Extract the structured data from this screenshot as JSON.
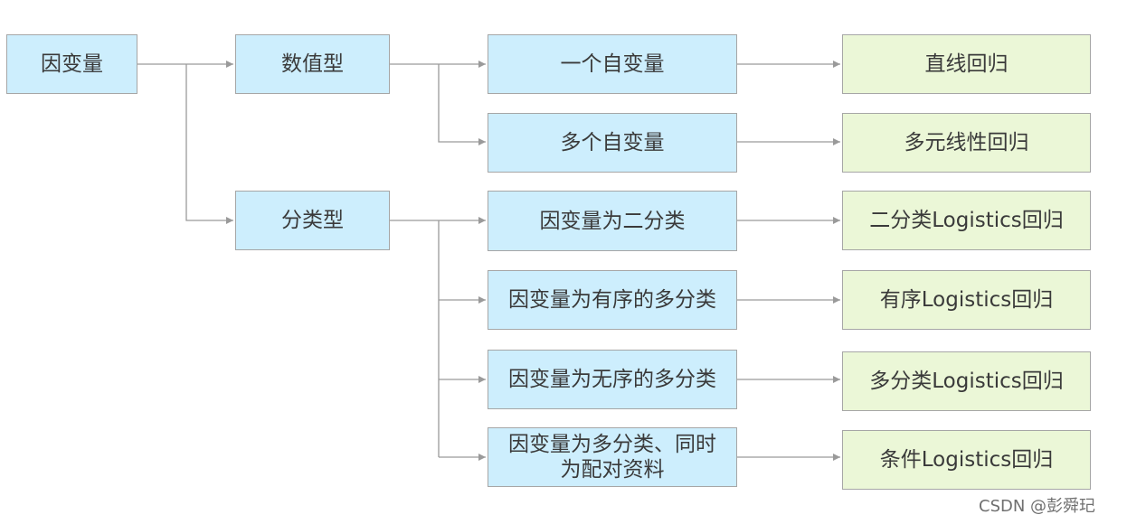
{
  "nodes": {
    "dependent_variable": "因变量",
    "numeric": "数值型",
    "categorical": "分类型",
    "one_independent": "一个自变量",
    "multiple_independent": "多个自变量",
    "binary": "因变量为二分类",
    "ordinal": "因变量为有序的多分类",
    "nominal": "因变量为无序的多分类",
    "paired_line1": "因变量为多分类、同时",
    "paired_line2": "为配对资料",
    "linear_regression": "直线回归",
    "multiple_linear_regression": "多元线性回归",
    "binary_logistics": "二分类Logistics回归",
    "ordinal_logistics": "有序Logistics回归",
    "multinomial_logistics": "多分类Logistics回归",
    "conditional_logistics": "条件Logistics回归"
  },
  "watermark": "CSDN @彭舜玘",
  "colors": {
    "blue_fill": "#cdeefd",
    "green_fill": "#ebf7d7",
    "border": "#a6a6a6",
    "connector": "#9a9a9a"
  }
}
